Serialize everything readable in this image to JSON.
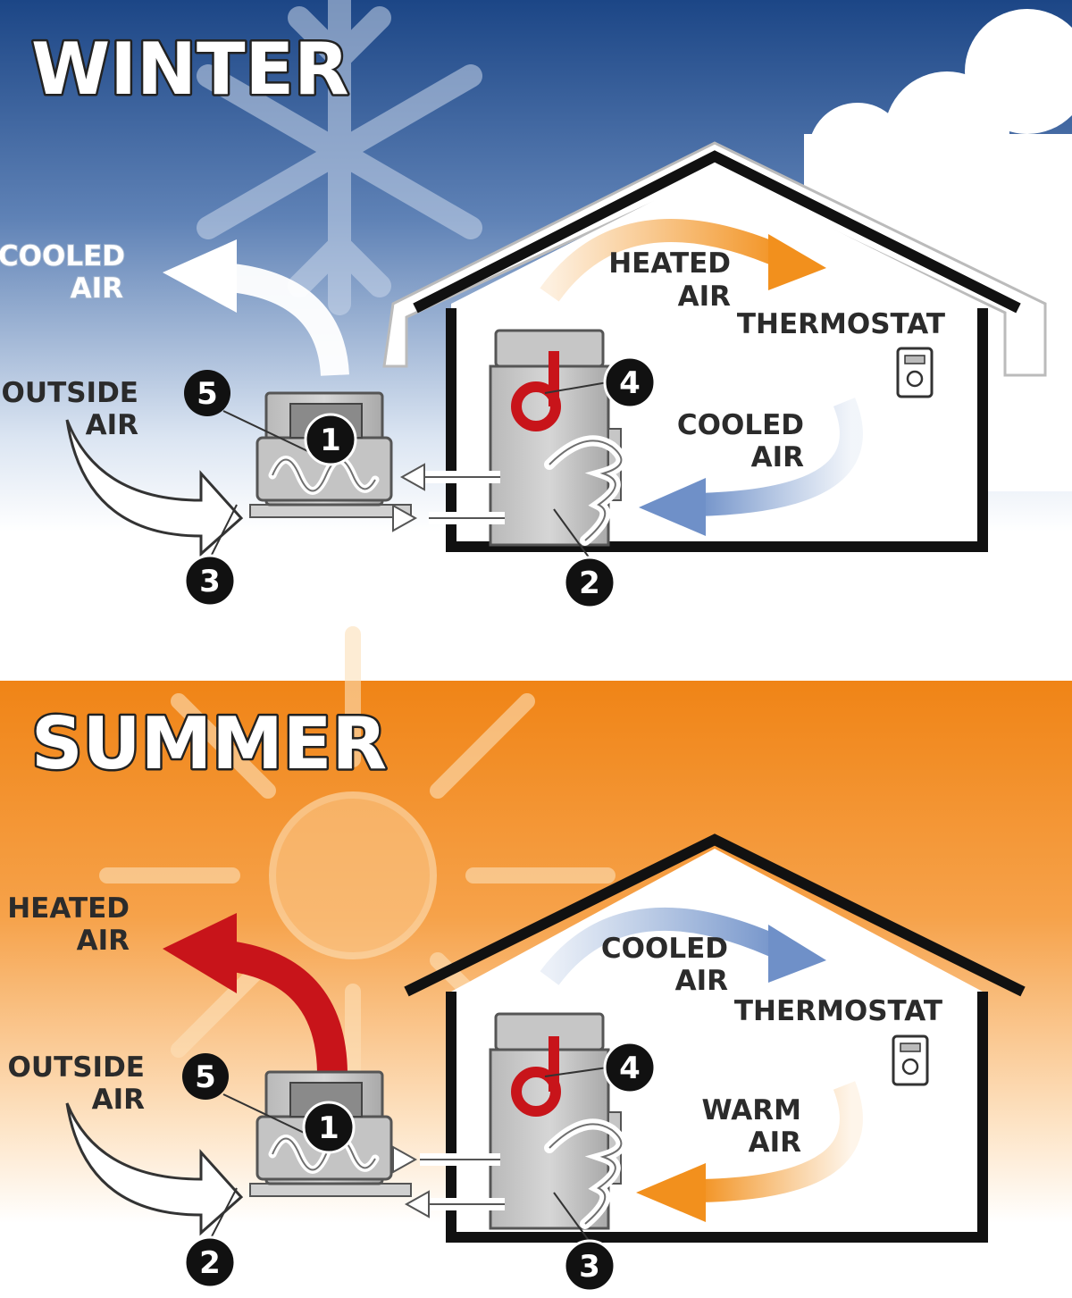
{
  "winter": {
    "title": "WINTER",
    "exhaust_label_1": "COOLED",
    "exhaust_label_2": "AIR",
    "outside_label_1": "OUTSIDE",
    "outside_label_2": "AIR",
    "top_flow_label_1": "HEATED",
    "top_flow_label_2": "AIR",
    "return_flow_label_1": "COOLED",
    "return_flow_label_2": "AIR",
    "thermostat_label": "THERMOSTAT",
    "markers": {
      "outdoor_fan": "5",
      "compressor": "1",
      "outdoor_coil": "3",
      "indoor_coil": "2",
      "air_handler": "4"
    },
    "colors": {
      "sky": "#1f4c8c",
      "heated_arrow": "#f39a2e",
      "cooled_arrow": "#7f9fd0",
      "exhaust_arrow": "#ffffff"
    }
  },
  "summer": {
    "title": "SUMMER",
    "exhaust_label_1": "HEATED",
    "exhaust_label_2": "AIR",
    "outside_label_1": "OUTSIDE",
    "outside_label_2": "AIR",
    "top_flow_label_1": "COOLED",
    "top_flow_label_2": "AIR",
    "return_flow_label_1": "WARM",
    "return_flow_label_2": "AIR",
    "thermostat_label": "THERMOSTAT",
    "markers": {
      "outdoor_fan": "5",
      "compressor": "1",
      "outdoor_coil": "2",
      "indoor_coil": "3",
      "air_handler": "4"
    },
    "colors": {
      "sky": "#f08a1c",
      "exhaust_arrow": "#c8141a",
      "cooled_arrow": "#7f9fd0",
      "warm_arrow": "#f39a2e"
    }
  }
}
